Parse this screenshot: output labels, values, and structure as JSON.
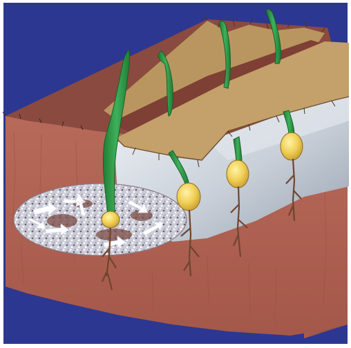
{
  "image": {
    "subject": "illustration",
    "text_labels": []
  },
  "colors": {
    "frame": "#ffffff",
    "sky": "#2c3791",
    "soil_top": "#8a4a3f",
    "soil_front": "#b16455",
    "soil_shadow": "#9b5548",
    "mulch_mat": "#bf9b67",
    "mulch_mat_dark": "#a88253",
    "cavity_light": "#e9edf2",
    "cavity_dark": "#aab4c0",
    "stem_green": "#2f9a45",
    "stem_light": "#55c068",
    "seed_yellow": "#f2d35c",
    "seed_shadow": "#c9a53a",
    "root": "#7a4f35",
    "crust_speckle": "#e8e8f0",
    "arrow_white": "#ffffff"
  },
  "seedlings": [
    {
      "name": "seedling-broken-through"
    },
    {
      "name": "seedling-under-mat-1"
    },
    {
      "name": "seedling-under-mat-2"
    },
    {
      "name": "seedling-under-mat-3"
    }
  ]
}
